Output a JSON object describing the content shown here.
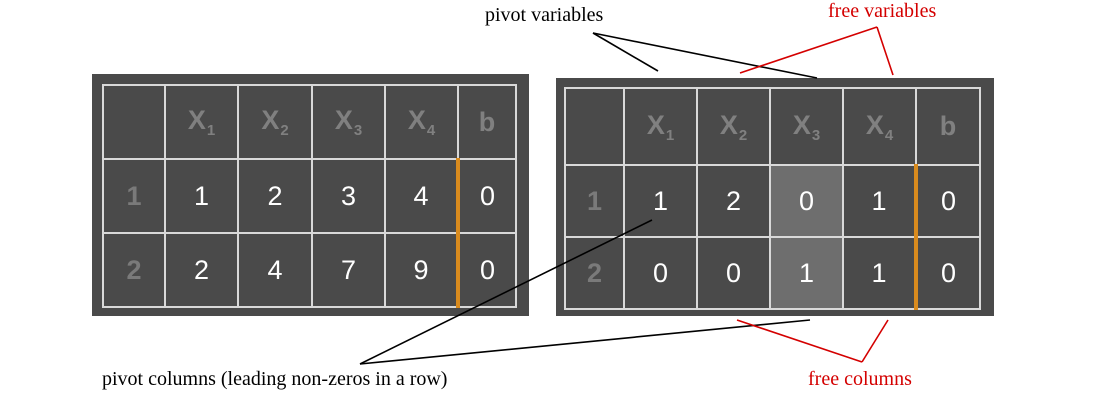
{
  "matrix_left": {
    "columns": [
      {
        "letter": "X",
        "sub": "1"
      },
      {
        "letter": "X",
        "sub": "2"
      },
      {
        "letter": "X",
        "sub": "3"
      },
      {
        "letter": "X",
        "sub": "4"
      },
      {
        "letter": "b",
        "sub": ""
      }
    ],
    "rows": [
      {
        "label": "1",
        "cells": [
          "1",
          "2",
          "3",
          "4",
          "0"
        ]
      },
      {
        "label": "2",
        "cells": [
          "2",
          "4",
          "7",
          "9",
          "0"
        ]
      }
    ]
  },
  "matrix_right": {
    "columns": [
      {
        "letter": "X",
        "sub": "1"
      },
      {
        "letter": "X",
        "sub": "2"
      },
      {
        "letter": "X",
        "sub": "3"
      },
      {
        "letter": "X",
        "sub": "4"
      },
      {
        "letter": "b",
        "sub": ""
      }
    ],
    "rows": [
      {
        "label": "1",
        "cells": [
          "1",
          "2",
          "0",
          "1",
          "0"
        ]
      },
      {
        "label": "2",
        "cells": [
          "0",
          "0",
          "1",
          "1",
          "0"
        ]
      }
    ],
    "highlighted_column": 3
  },
  "annotations": {
    "pivot_variables": "pivot variables",
    "free_variables": "free variables",
    "pivot_columns": "pivot columns (leading non-zeros in a row)",
    "free_columns": "free columns"
  },
  "colors": {
    "panel": "#4a4a4a",
    "grid_line": "#d9d9d9",
    "augment_line": "#d98b1e",
    "highlight": "#6e6e6e",
    "free_annotation": "#d40000",
    "pivot_annotation": "#000000"
  }
}
